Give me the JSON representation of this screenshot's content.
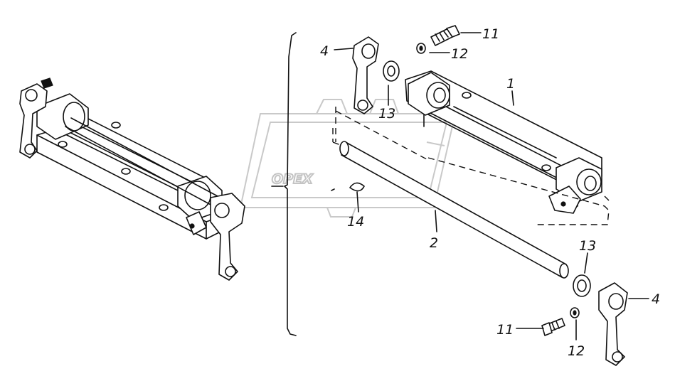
{
  "watermark": {
    "text": "OPEX"
  },
  "callouts": [
    {
      "id": "c-1",
      "label": "1"
    },
    {
      "id": "c-2",
      "label": "2"
    },
    {
      "id": "c-4-top",
      "label": "4"
    },
    {
      "id": "c-4-bottom",
      "label": "4"
    },
    {
      "id": "c-11-top",
      "label": "11"
    },
    {
      "id": "c-11-bottom",
      "label": "11"
    },
    {
      "id": "c-12-top",
      "label": "12"
    },
    {
      "id": "c-12-bottom",
      "label": "12"
    },
    {
      "id": "c-13-top",
      "label": "13"
    },
    {
      "id": "c-13-bottom",
      "label": "13"
    },
    {
      "id": "c-14",
      "label": "14"
    }
  ]
}
